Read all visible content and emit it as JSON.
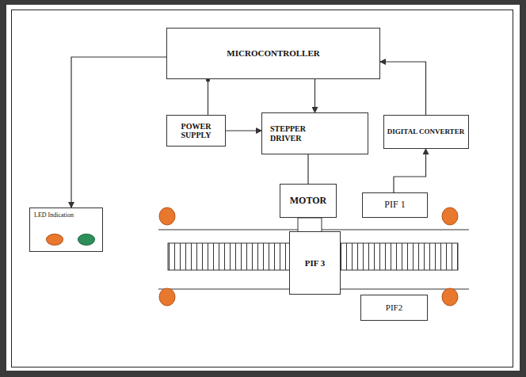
{
  "diagram": {
    "nodes": [
      {
        "text": [
          "MICROCONTROLLER"
        ]
      },
      {
        "text": [
          "POWER SUPPLY"
        ]
      },
      {
        "text": [
          "STEPPER DRIVER"
        ]
      },
      {
        "text": [
          "DIGITAL CONVERTER"
        ]
      },
      {
        "text": [
          "LED Indication"
        ]
      },
      {
        "text": [
          "MOTOR"
        ]
      },
      {
        "text": [
          "PIF 1"
        ]
      },
      {
        "text": [
          "PIF 3"
        ]
      },
      {
        "text": [
          "PIF2"
        ]
      }
    ],
    "edges": [
      {
        "from": 0,
        "to": 4,
        "arrow": "to"
      },
      {
        "from": 1,
        "to": 0,
        "arrow": "none"
      },
      {
        "from": 1,
        "to": 2,
        "arrow": "to"
      },
      {
        "from": 0,
        "to": 2,
        "arrow": "to"
      },
      {
        "from": 3,
        "to": 0,
        "arrow": "to"
      },
      {
        "from": 2,
        "to": 5,
        "arrow": "none"
      },
      {
        "from": 6,
        "to": 3,
        "arrow": "to"
      }
    ]
  }
}
